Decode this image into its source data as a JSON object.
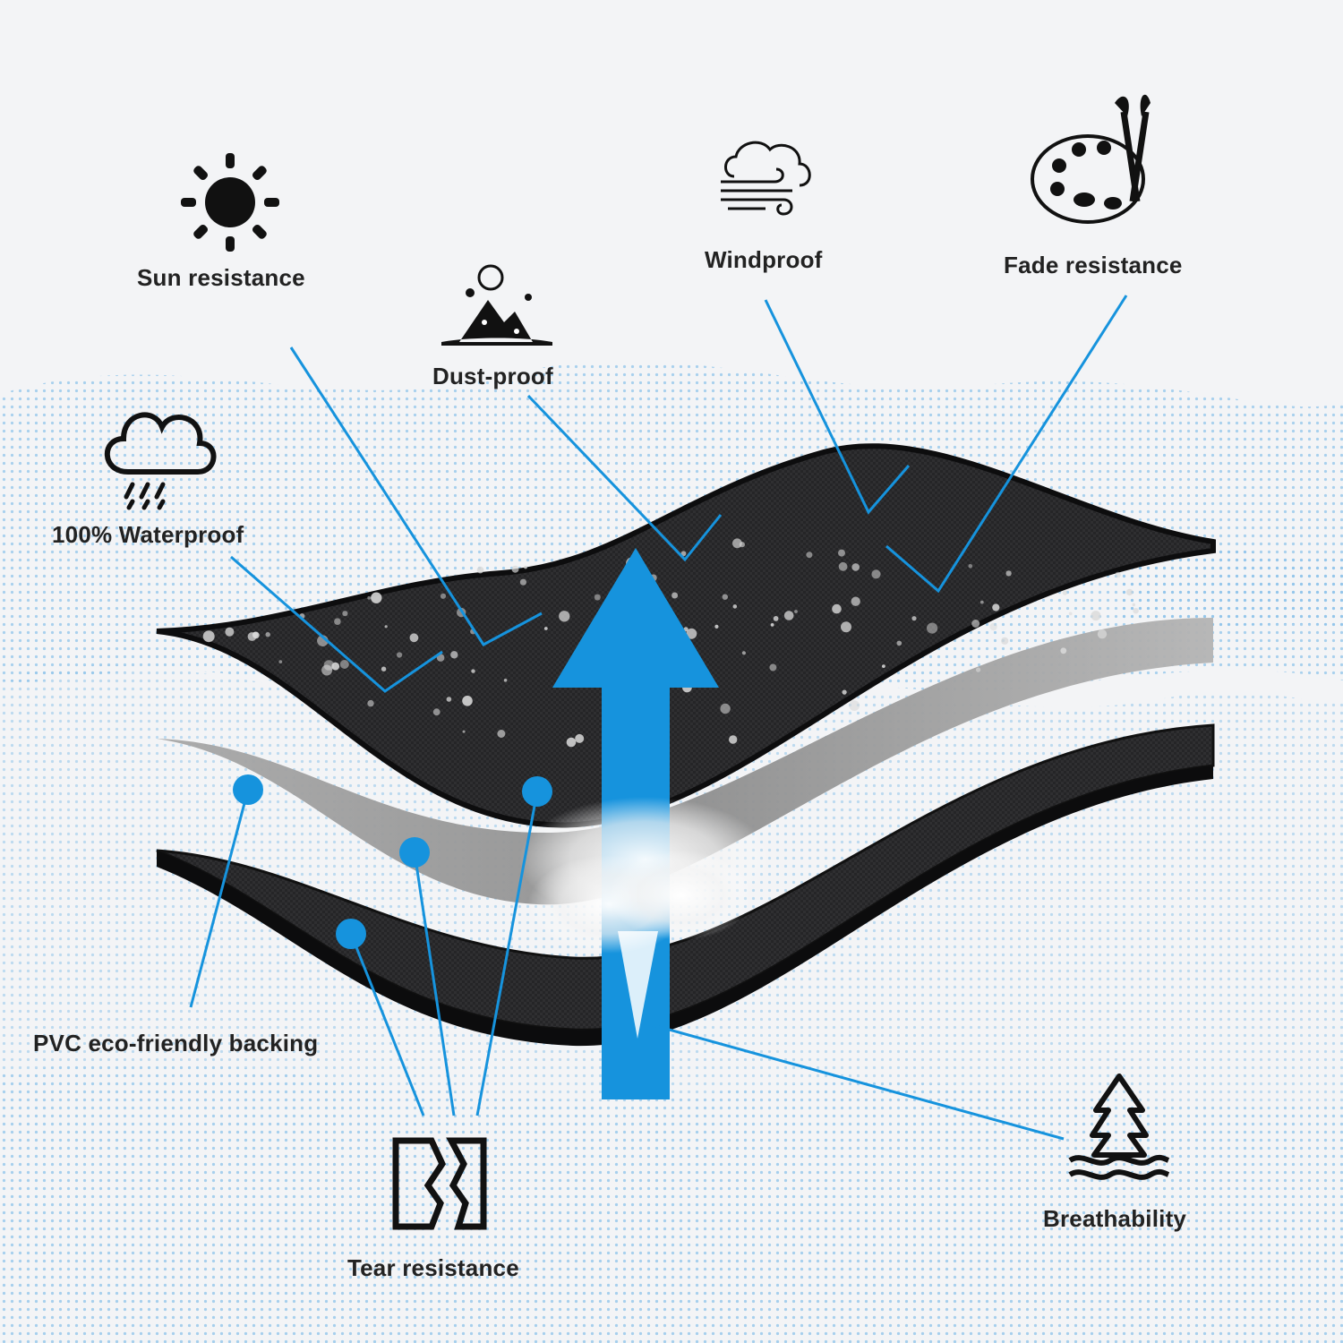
{
  "features": {
    "sun_resistance": "Sun resistance",
    "dust_proof": "Dust-proof",
    "windproof": "Windproof",
    "fade_resistance": "Fade resistance",
    "waterproof": "100% Waterproof",
    "pvc_backing": "PVC eco-friendly backing",
    "tear_resistance": "Tear resistance",
    "breathability": "Breathability"
  },
  "colors": {
    "accent_blue": "#1693dd",
    "fabric_black": "#1e1e20",
    "fabric_grey": "#9a9a9a",
    "label_text": "#222222",
    "background": "#f3f4f6"
  },
  "icons": [
    "sun-icon",
    "dust-icon",
    "wind-icon",
    "palette-icon",
    "rain-cloud-icon",
    "tear-icon",
    "breathability-icon"
  ]
}
